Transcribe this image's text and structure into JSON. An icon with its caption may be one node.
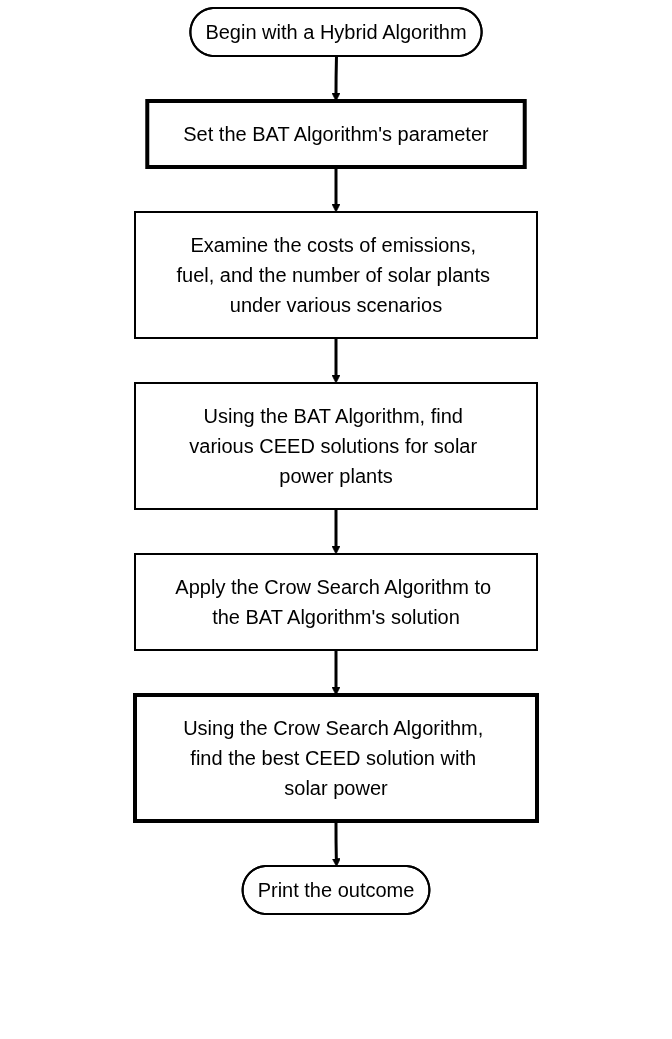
{
  "diagram": {
    "nodes": [
      {
        "text": [
          "Begin with a Hybrid Algorithm"
        ]
      },
      {
        "text": [
          "Set the BAT Algorithm's parameter"
        ]
      },
      {
        "text": [
          "Examine the costs of emissions, fuel, and the number of solar plants under various scenarios"
        ]
      },
      {
        "text": [
          "Using the BAT Algorithm, find various CEED solutions for solar power plants"
        ]
      },
      {
        "text": [
          "Apply the Crow Search Algorithm to the BAT Algorithm's solution"
        ]
      },
      {
        "text": [
          "Using the Crow Search Algorithm, find the best CEED solution with solar power"
        ]
      },
      {
        "text": [
          "Print the outcome"
        ]
      }
    ],
    "edges": [
      {
        "from": 0,
        "to": 1,
        "arrow": "to"
      },
      {
        "from": 1,
        "to": 2,
        "arrow": "to"
      },
      {
        "from": 2,
        "to": 3,
        "arrow": "to"
      },
      {
        "from": 3,
        "to": 4,
        "arrow": "to"
      },
      {
        "from": 4,
        "to": 5,
        "arrow": "to"
      },
      {
        "from": 5,
        "to": 6,
        "arrow": "to"
      }
    ]
  }
}
